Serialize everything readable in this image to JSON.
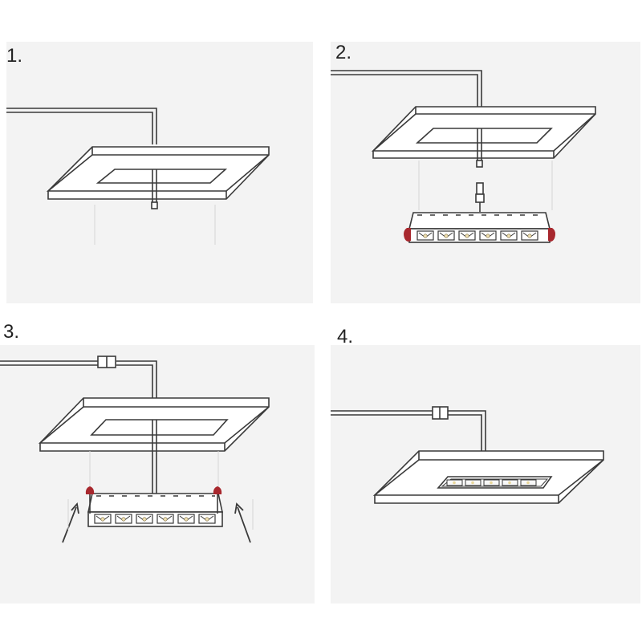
{
  "steps": [
    {
      "label": "1."
    },
    {
      "label": "2."
    },
    {
      "label": "3."
    },
    {
      "label": "4."
    }
  ],
  "colors": {
    "background": "#ffffff",
    "panel": "#f3f3f3",
    "stroke": "#3a3a3a",
    "clip_red": "#a8282e",
    "guide": "#d4d4d4"
  },
  "icons": {
    "ceiling_panel": "ceiling-panel-icon",
    "cable": "power-cable-icon",
    "connector": "cable-connector-icon",
    "fixture": "led-linear-downlight-icon",
    "spring_clip": "spring-clip-icon",
    "push_arrow": "push-up-arrow-icon"
  }
}
